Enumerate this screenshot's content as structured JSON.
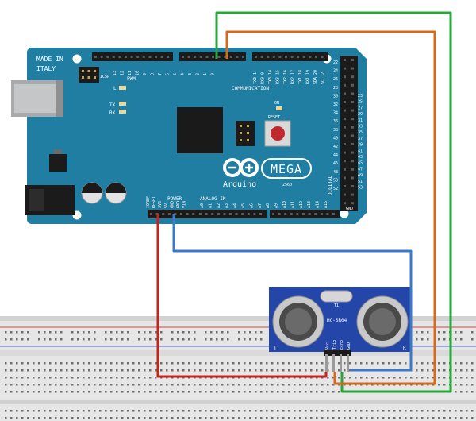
{
  "board": {
    "made_in": "MADE IN",
    "country": "ITALY",
    "icsp": "ICSP",
    "pwm": "PWM",
    "communication": "COMMUNICATION",
    "label_l": "L",
    "label_tx": "TX",
    "label_rx": "RX",
    "label_on": "ON",
    "reset": "RESET",
    "mega": "MEGA",
    "arduino": "Arduino",
    "model": "2560",
    "digital": "DIGITAL",
    "power": "POWER",
    "analog_in": "ANALOG IN",
    "gnd": "GND",
    "pwm_pins": [
      "13",
      "12",
      "11",
      "10",
      "9",
      "8",
      "7",
      "6",
      "5",
      "4",
      "3",
      "2",
      "1",
      "0"
    ],
    "comm_pins": [
      "TX0 1",
      "RX0 0",
      "TX3 14",
      "RX3 15",
      "TX2 16",
      "RX2 17",
      "TX1 18",
      "RX1 19",
      "SDA 20",
      "SCL 21"
    ],
    "power_pins": [
      "IOREF",
      "RESET",
      "3V3",
      "5V",
      "GND",
      "GND",
      "VIN"
    ],
    "analog_pins": [
      "A0",
      "A1",
      "A2",
      "A3",
      "A4",
      "A5",
      "A6",
      "A7",
      "A8",
      "A9",
      "A10",
      "A11",
      "A12",
      "A13",
      "A14",
      "A15"
    ],
    "digital_left": [
      "22",
      "24",
      "26",
      "28",
      "30",
      "32",
      "34",
      "36",
      "38",
      "40",
      "42",
      "44",
      "46",
      "48",
      "50",
      "52"
    ],
    "digital_right": [
      "23",
      "25",
      "27",
      "29",
      "31",
      "33",
      "35",
      "37",
      "39",
      "41",
      "43",
      "45",
      "47",
      "49",
      "51",
      "53"
    ]
  },
  "sensor": {
    "model": "HC-SR04",
    "t_label": "T",
    "r_label": "R",
    "crystal": "T1",
    "pins": [
      "Vcc",
      "Trig",
      "Echo",
      "GND"
    ]
  },
  "wires": {
    "vcc_color": "#c0251f",
    "gnd_color": "#3a78c8",
    "trig_color": "#d46a1e",
    "echo_color": "#27a83c"
  },
  "colors": {
    "board": "#1f7ea2",
    "board_dark": "#186683",
    "sensor_pcb": "#2446a8",
    "breadboard": "#e4e4e4"
  }
}
